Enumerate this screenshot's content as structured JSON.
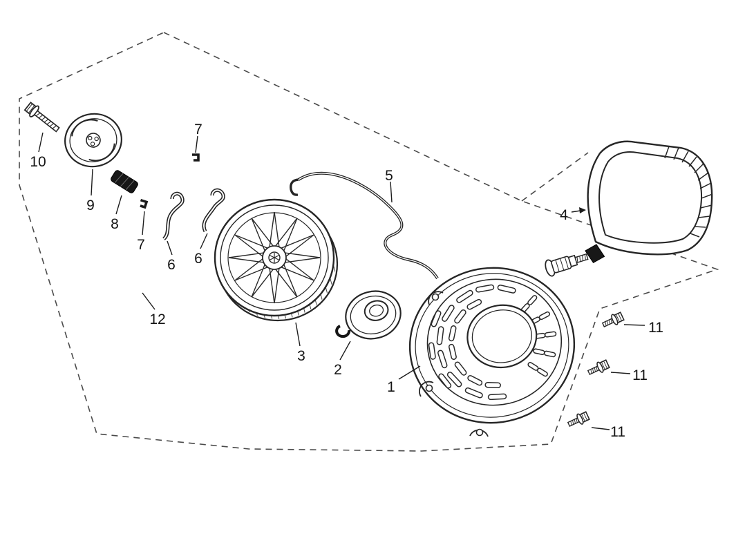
{
  "diagram": {
    "kind": "exploded-parts-diagram",
    "subject": "recoil starter assembly",
    "callouts": [
      {
        "part": "1"
      },
      {
        "part": "2"
      },
      {
        "part": "3"
      },
      {
        "part": "4"
      },
      {
        "part": "5"
      },
      {
        "part": "6"
      },
      {
        "part": "6"
      },
      {
        "part": "7"
      },
      {
        "part": "7"
      },
      {
        "part": "8"
      },
      {
        "part": "9"
      },
      {
        "part": "10"
      },
      {
        "part": "11"
      },
      {
        "part": "11"
      },
      {
        "part": "11"
      },
      {
        "part": "12"
      }
    ],
    "colors": {
      "line": "#262626",
      "label_text": "#141414",
      "background": "#ffffff",
      "dark_parts": "#171717"
    }
  }
}
